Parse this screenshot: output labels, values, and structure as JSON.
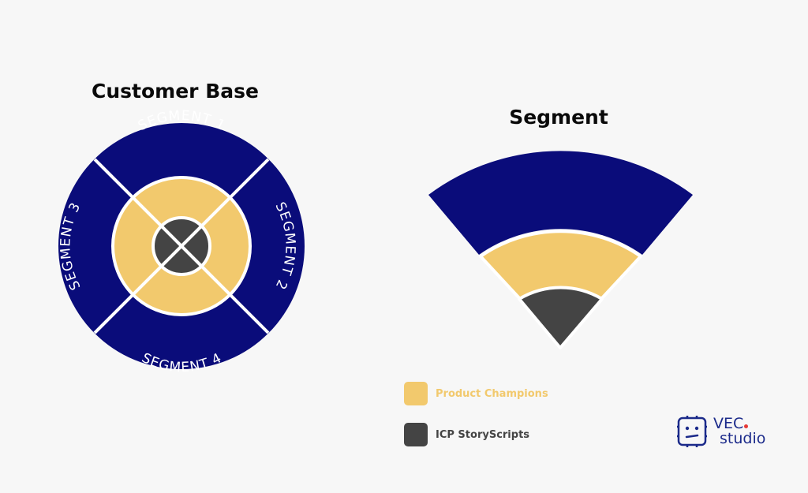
{
  "colors": {
    "navy": "#0a0c7a",
    "gold": "#f2c96d",
    "dark": "#444444",
    "background": "#f7f7f7"
  },
  "left_diagram": {
    "title": "Customer Base",
    "segments": [
      "SEGMENT 1",
      "SEGMENT 2",
      "SEGMENT 3",
      "SEGMENT 4"
    ]
  },
  "right_diagram": {
    "title": "Segment"
  },
  "legend": [
    {
      "label": "Product Champions",
      "color": "#f2c96d"
    },
    {
      "label": "ICP StoryScripts",
      "color": "#444444"
    }
  ],
  "logo": {
    "line1": "VEC",
    "line2": "studio",
    "icon": "robot-face-icon"
  }
}
